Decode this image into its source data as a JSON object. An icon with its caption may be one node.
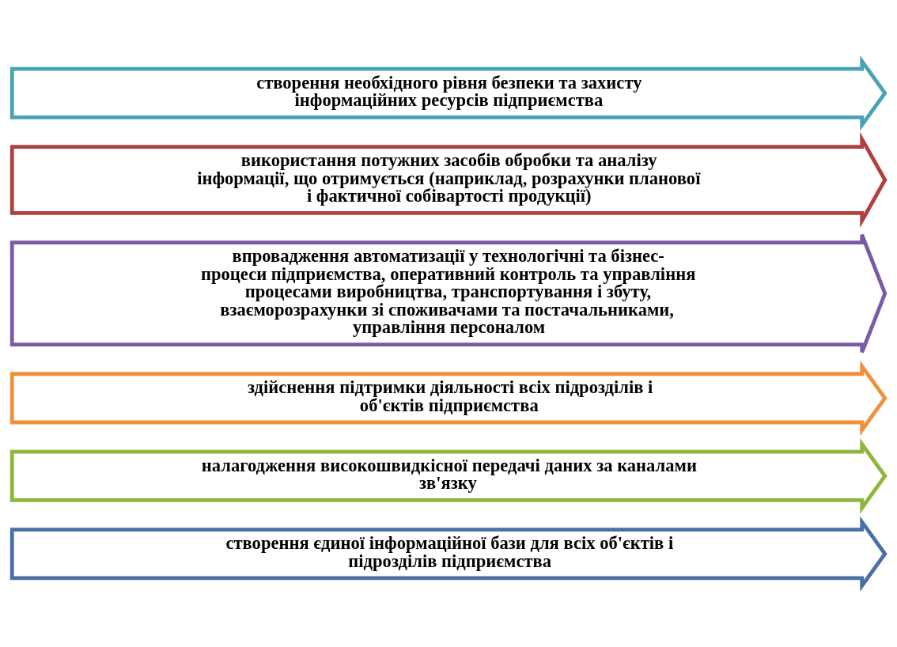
{
  "diagram": {
    "nodes": [
      {
        "text": [
          "створення єдиної інформаційної бази для всіх об'єктів і підрозділів підприємства"
        ]
      },
      {
        "text": [
          "налагодження високошвидкісної передачі даних за каналами зв'язку"
        ]
      },
      {
        "text": [
          "здійснення підтримки діяльності всіх підрозділів і об'єктів підприємства"
        ]
      },
      {
        "text": [
          "впровадження автоматизації у технологічні та бізнес-процеси підприємства, оперативний контроль та управління процесами виробництва, транспортування і збуту, взаєморозрахунки зі споживачами та постачальниками, управління персоналом"
        ]
      },
      {
        "text": [
          "використання потужних засобів обробки та аналізу інформації, що отримується (наприклад, розрахунки планової і фактичної собівартості продукції)"
        ]
      },
      {
        "text": [
          "створення необхідного рівня безпеки та захисту інформаційних ресурсів підприємства"
        ]
      }
    ]
  }
}
